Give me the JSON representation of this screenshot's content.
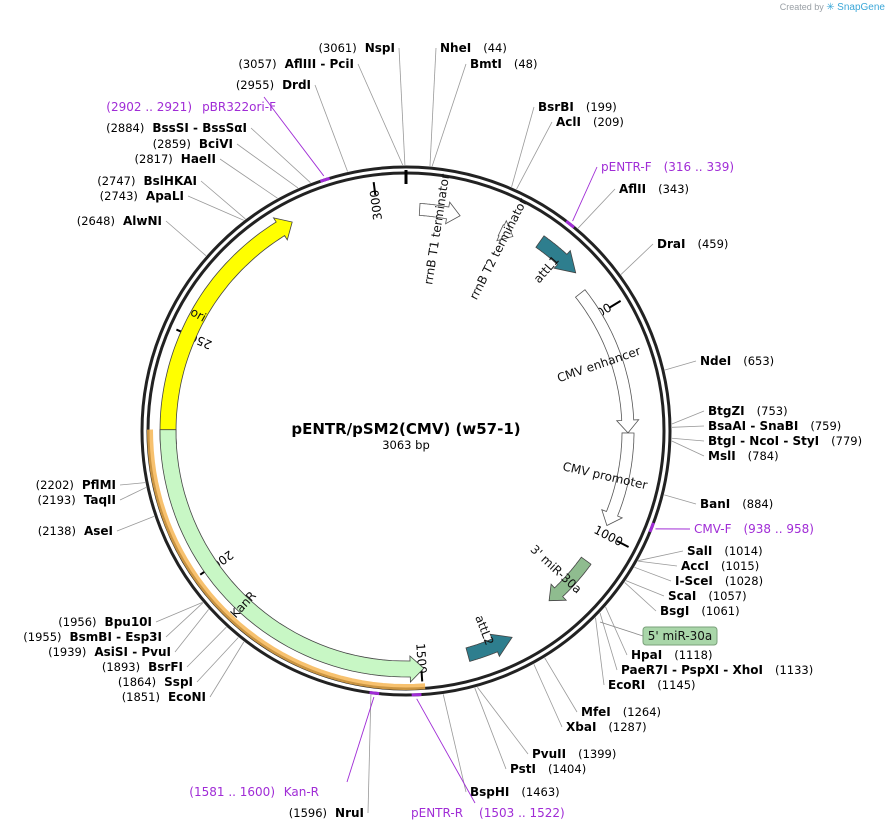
{
  "branding": {
    "created_by": "Created by",
    "product": "SnapGene"
  },
  "plasmid": {
    "name": "pENTR/pSM2(CMV) (w57-1)",
    "length_label": "3063 bp",
    "length": 3063
  },
  "ticks": [
    {
      "pos": 500,
      "label": "500"
    },
    {
      "pos": 1000,
      "label": "1000"
    },
    {
      "pos": 1500,
      "label": "1500"
    },
    {
      "pos": 2000,
      "label": "2000"
    },
    {
      "pos": 2500,
      "label": "2500"
    },
    {
      "pos": 3000,
      "label": "3000"
    }
  ],
  "features": [
    {
      "name": "ori",
      "label": "ori",
      "start": 2270,
      "end": 2820,
      "color": "#ffff00",
      "direction": "cw",
      "ring": 2
    },
    {
      "name": "kanr",
      "label": "KanR",
      "start": 1495,
      "end": 2300,
      "color": "#c8f7c5",
      "direction": "ccw",
      "ring": 2
    },
    {
      "name": "rrnb-t1",
      "label": "rrnB T1 terminator",
      "start": 30,
      "end": 120,
      "color": "#ffffff",
      "direction": "cw",
      "ring": 2
    },
    {
      "name": "rrnb-t2",
      "label": "rrnB T2 terminator",
      "start": 215,
      "end": 245,
      "color": "#ffffff",
      "direction": "cw",
      "ring": 2
    },
    {
      "name": "attl1",
      "label": "attL1",
      "start": 300,
      "end": 400,
      "color": "#2e7e8e",
      "direction": "cw",
      "ring": 1
    },
    {
      "name": "cmv-enhancer",
      "label": "CMV enhancer",
      "start": 440,
      "end": 770,
      "color": "#ffffff",
      "direction": "cw",
      "ring": 2
    },
    {
      "name": "cmv-promoter",
      "label": "CMV promoter",
      "start": 770,
      "end": 980,
      "color": "#ffffff",
      "direction": "cw",
      "ring": 2
    },
    {
      "name": "mir30a-3",
      "label": "3' miR-30a",
      "start": 1070,
      "end": 1190,
      "color": "#8fbc8f",
      "direction": "cw",
      "ring": 2
    },
    {
      "name": "attl2",
      "label": "attL2",
      "start": 1300,
      "end": 1400,
      "color": "#2e7e8e",
      "direction": "ccw",
      "ring": 1
    },
    {
      "name": "mir30a-5",
      "label": "5' miR-30a",
      "start": 1100,
      "end": 1140,
      "color": "#8fbc8f",
      "direction": "cw",
      "ring": 0
    }
  ],
  "boxed_feature": {
    "label": "5' miR-30a",
    "color": "#a9d6a9"
  },
  "enzymes": [
    {
      "pos": 3061,
      "name": "NspI",
      "pos_label": "(3061)"
    },
    {
      "pos": 44,
      "name": "NheI",
      "pos_label": "(44)"
    },
    {
      "pos": 48,
      "name": "BmtI",
      "pos_label": "(48)"
    },
    {
      "pos": 3057,
      "name": "AflIII  - PciI",
      "pos_label": "(3057)"
    },
    {
      "pos": 2955,
      "name": "DrdI",
      "pos_label": "(2955)"
    },
    {
      "pos": 199,
      "name": "BsrBI",
      "pos_label": "(199)"
    },
    {
      "pos": 209,
      "name": "AclI",
      "pos_label": "(209)"
    },
    {
      "pos": 343,
      "name": "AflII",
      "pos_label": "(343)"
    },
    {
      "pos": 2884,
      "name": "BssSI  - BssSαI",
      "pos_label": "(2884)"
    },
    {
      "pos": 2859,
      "name": "BciVI",
      "pos_label": "(2859)"
    },
    {
      "pos": 2817,
      "name": "HaeII",
      "pos_label": "(2817)"
    },
    {
      "pos": 459,
      "name": "DraI",
      "pos_label": "(459)"
    },
    {
      "pos": 2747,
      "name": "BslHKAI",
      "pos_label": "(2747)"
    },
    {
      "pos": 2743,
      "name": "ApaLI",
      "pos_label": "(2743)"
    },
    {
      "pos": 2648,
      "name": "AlwNI",
      "pos_label": "(2648)"
    },
    {
      "pos": 653,
      "name": "NdeI",
      "pos_label": "(653)"
    },
    {
      "pos": 753,
      "name": "BtgZI",
      "pos_label": "(753)"
    },
    {
      "pos": 759,
      "name": "BsaAI  - SnaBI",
      "pos_label": "(759)"
    },
    {
      "pos": 779,
      "name": "BtgI  - NcoI  - StyI",
      "pos_label": "(779)"
    },
    {
      "pos": 784,
      "name": "MslI",
      "pos_label": "(784)"
    },
    {
      "pos": 884,
      "name": "BanI",
      "pos_label": "(884)"
    },
    {
      "pos": 2202,
      "name": "PflMI",
      "pos_label": "(2202)"
    },
    {
      "pos": 2193,
      "name": "TaqII",
      "pos_label": "(2193)"
    },
    {
      "pos": 2138,
      "name": "AseI",
      "pos_label": "(2138)"
    },
    {
      "pos": 1014,
      "name": "SalI",
      "pos_label": "(1014)"
    },
    {
      "pos": 1015,
      "name": "AccI",
      "pos_label": "(1015)"
    },
    {
      "pos": 1028,
      "name": "I-SceI",
      "pos_label": "(1028)"
    },
    {
      "pos": 1057,
      "name": "ScaI",
      "pos_label": "(1057)"
    },
    {
      "pos": 1061,
      "name": "BsgI",
      "pos_label": "(1061)"
    },
    {
      "pos": 1956,
      "name": "Bpu10I",
      "pos_label": "(1956)"
    },
    {
      "pos": 1955,
      "name": "BsmBI  - Esp3I",
      "pos_label": "(1955)"
    },
    {
      "pos": 1939,
      "name": "AsiSI  - PvuI",
      "pos_label": "(1939)"
    },
    {
      "pos": 1893,
      "name": "BsrFI",
      "pos_label": "(1893)"
    },
    {
      "pos": 1864,
      "name": "SspI",
      "pos_label": "(1864)"
    },
    {
      "pos": 1851,
      "name": "EcoNI",
      "pos_label": "(1851)"
    },
    {
      "pos": 1118,
      "name": "HpaI",
      "pos_label": "(1118)"
    },
    {
      "pos": 1133,
      "name": "PaeR7I  - PspXI  - XhoI",
      "pos_label": "(1133)"
    },
    {
      "pos": 1145,
      "name": "EcoRI",
      "pos_label": "(1145)"
    },
    {
      "pos": 1264,
      "name": "MfeI",
      "pos_label": "(1264)"
    },
    {
      "pos": 1287,
      "name": "XbaI",
      "pos_label": "(1287)"
    },
    {
      "pos": 1399,
      "name": "PvuII",
      "pos_label": "(1399)"
    },
    {
      "pos": 1404,
      "name": "PstI",
      "pos_label": "(1404)"
    },
    {
      "pos": 1463,
      "name": "BspHI",
      "pos_label": "(1463)"
    },
    {
      "pos": 1596,
      "name": "NruI",
      "pos_label": "(1596)"
    }
  ],
  "primers": [
    {
      "pos": 2911,
      "name": "pBR322ori-F",
      "range_label": "(2902 .. 2921)"
    },
    {
      "pos": 327,
      "name": "pENTR-F",
      "range_label": "(316 .. 339)"
    },
    {
      "pos": 948,
      "name": "CMV-F",
      "range_label": "(938 .. 958)"
    },
    {
      "pos": 1590,
      "name": "Kan-R",
      "range_label": "(1581 .. 1600)"
    },
    {
      "pos": 1512,
      "name": "pENTR-R",
      "range_label": "(1503 .. 1522)"
    }
  ]
}
